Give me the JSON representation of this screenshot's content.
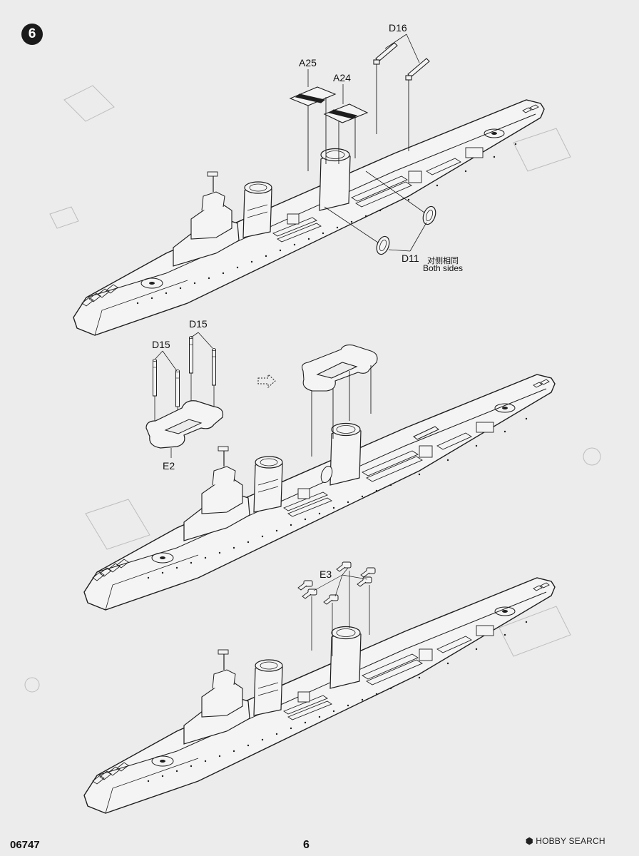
{
  "step": {
    "number": "6"
  },
  "labels": {
    "a25": "A25",
    "a24": "A24",
    "d16": "D16",
    "d11": "D11",
    "d11_note_cn": "对侧相同",
    "d11_note_en": "Both sides",
    "d15_left": "D15",
    "d15_right": "D15",
    "e2": "E2",
    "e3": "E3"
  },
  "footer": {
    "kit_number": "06747",
    "page_number": "6",
    "watermark": "HOBBY SEARCH"
  },
  "colors": {
    "paper": "#ececec",
    "line": "#1e1e1e",
    "hull_fill": "#f4f4f4",
    "badge": "#1a1a1a"
  }
}
